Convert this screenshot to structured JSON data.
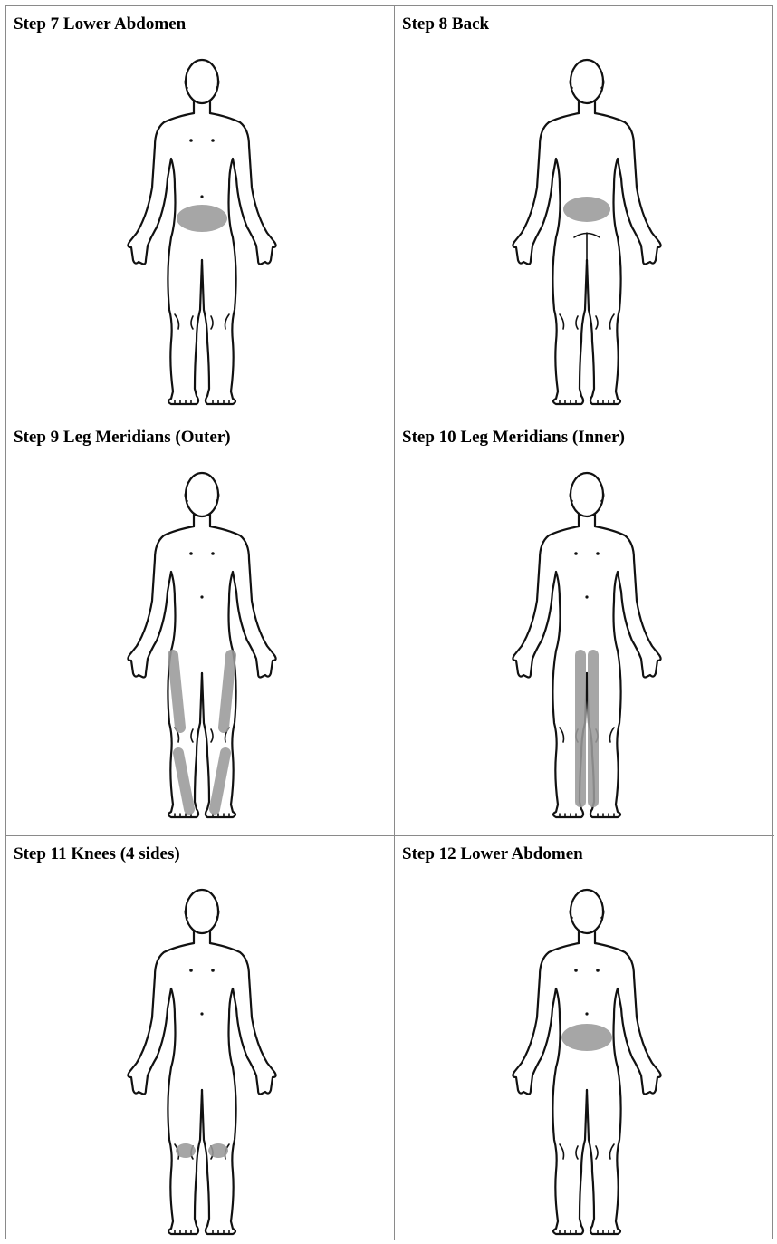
{
  "panels": [
    {
      "label": "Step 7 Lower Abdomen",
      "view": "front",
      "highlight": "lower-abdomen"
    },
    {
      "label": "Step 8 Back",
      "view": "back",
      "highlight": "lower-back"
    },
    {
      "label": "Step 9 Leg Meridians (Outer)",
      "view": "front",
      "highlight": "outer-legs"
    },
    {
      "label": "Step 10 Leg Meridians (Inner)",
      "view": "front",
      "highlight": "inner-legs"
    },
    {
      "label": "Step 11 Knees (4 sides)",
      "view": "front",
      "highlight": "knees"
    },
    {
      "label": "Step 12 Lower Abdomen",
      "view": "front",
      "highlight": "lower-abdomen"
    }
  ],
  "colors": {
    "highlight": "#9a9a9a",
    "outline": "#111111",
    "border": "#8a8a8a"
  }
}
